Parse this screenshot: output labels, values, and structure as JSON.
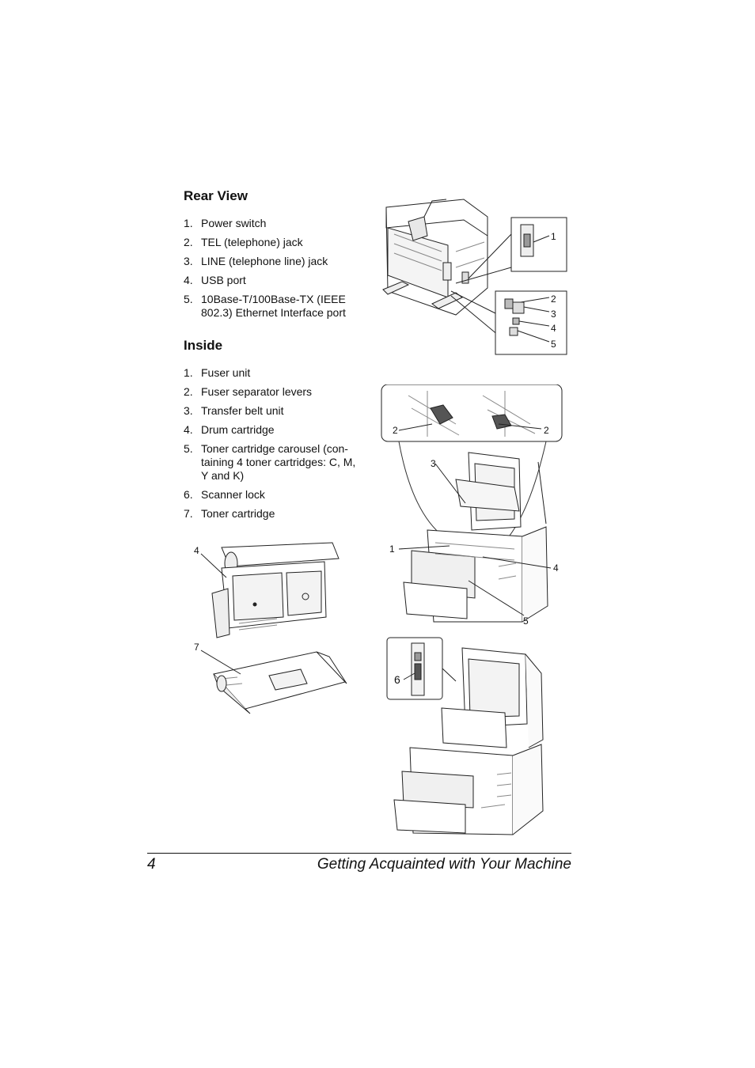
{
  "rear_view": {
    "heading": "Rear View",
    "items": [
      {
        "num": "1.",
        "text": "Power switch"
      },
      {
        "num": "2.",
        "text": "TEL (telephone) jack"
      },
      {
        "num": "3.",
        "text": "LINE (telephone line) jack"
      },
      {
        "num": "4.",
        "text": "USB port"
      },
      {
        "num": "5.",
        "text": "10Base-T/100Base-TX (IEEE 802.3) Ethernet Interface port"
      }
    ],
    "callouts": [
      "1",
      "2",
      "3",
      "4",
      "5"
    ]
  },
  "inside": {
    "heading": "Inside",
    "items": [
      {
        "num": "1.",
        "text": "Fuser unit"
      },
      {
        "num": "2.",
        "text": "Fuser separator levers"
      },
      {
        "num": "3.",
        "text": "Transfer belt unit"
      },
      {
        "num": "4.",
        "text": "Drum cartridge"
      },
      {
        "num": "5.",
        "text": "Toner cartridge carousel (con-taining 4 toner cartridges: C, M, Y and K)"
      },
      {
        "num": "6.",
        "text": "Scanner lock"
      },
      {
        "num": "7.",
        "text": "Toner cartridge"
      }
    ],
    "callouts": {
      "lever_left": "2",
      "lever_right": "2",
      "transfer_belt": "3",
      "fuser": "1",
      "drum": "4",
      "carousel": "5",
      "scanner_lock": "6",
      "drum_part": "4",
      "toner_part": "7"
    }
  },
  "footer": {
    "page_number": "4",
    "title": "Getting Acquainted with Your Machine"
  }
}
